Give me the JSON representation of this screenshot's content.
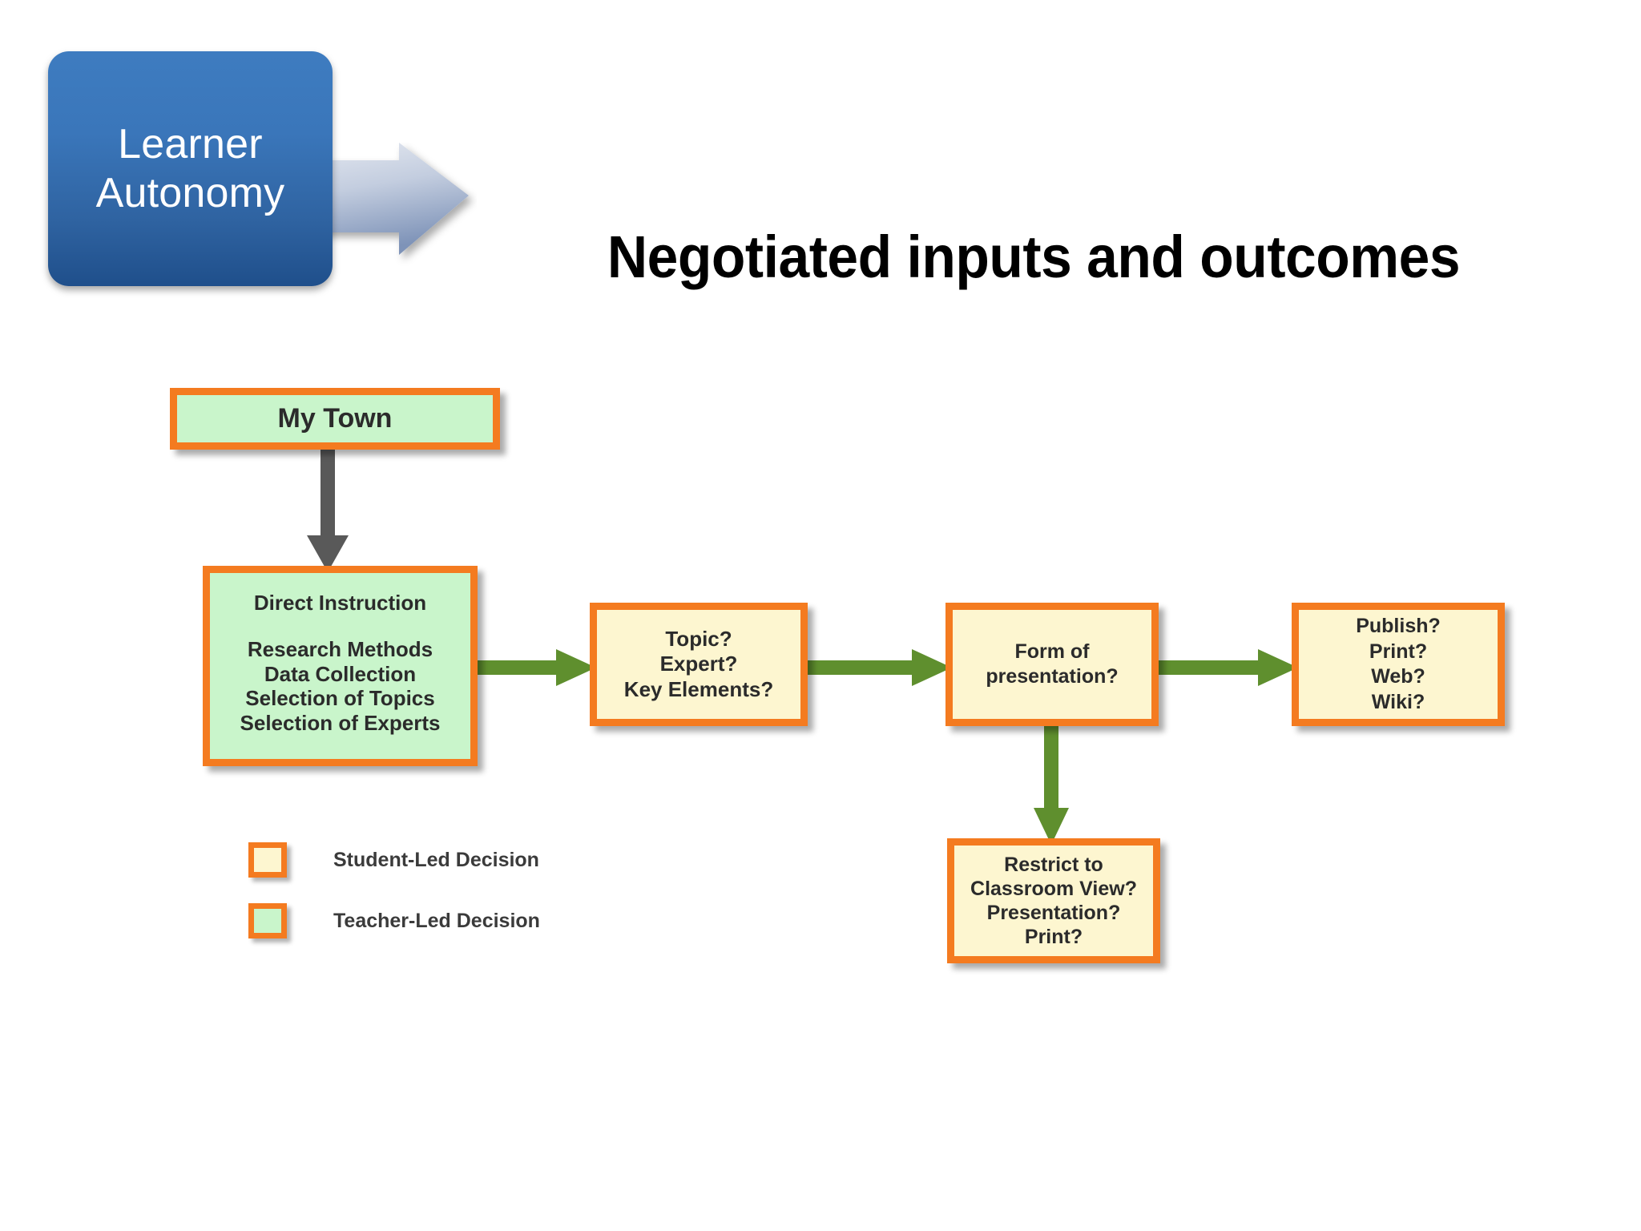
{
  "badge": {
    "label": "Learner\nAutonomy",
    "color": "#3a76ba"
  },
  "title": "Negotiated inputs and outcomes",
  "colors": {
    "box_border": "#f47b20",
    "teacher_fill": "#c9f5cb",
    "student_fill": "#fdf6d0",
    "green_arrow": "#5f8f2e",
    "gray_arrow": "#595959",
    "badge_blue": "#3a76ba"
  },
  "boxes": {
    "my_town": {
      "title": "My Town",
      "type": "teacher-led"
    },
    "direct_instruction": {
      "heading": "Direct Instruction",
      "items": [
        "Research Methods",
        "Data Collection",
        "Selection of Topics",
        "Selection of Experts"
      ],
      "type": "teacher-led"
    },
    "topic": {
      "lines": [
        "Topic?",
        "Expert?",
        "Key Elements?"
      ],
      "type": "student-led"
    },
    "form": {
      "lines": [
        "Form of",
        "presentation?"
      ],
      "type": "student-led"
    },
    "publish": {
      "lines": [
        "Publish?",
        "Print?",
        "Web?",
        "Wiki?"
      ],
      "type": "student-led"
    },
    "restrict": {
      "lines": [
        "Restrict to",
        "Classroom View?",
        "Presentation?",
        "Print?"
      ],
      "type": "student-led"
    }
  },
  "legend": {
    "items": [
      {
        "swatch": "student-led",
        "label": "Student-Led Decision"
      },
      {
        "swatch": "teacher-led",
        "label": "Teacher-Led Decision"
      }
    ]
  },
  "flow": {
    "edges": [
      {
        "from": "my_town",
        "to": "direct_instruction",
        "direction": "down",
        "color": "gray"
      },
      {
        "from": "direct_instruction",
        "to": "topic",
        "direction": "right",
        "color": "green"
      },
      {
        "from": "topic",
        "to": "form",
        "direction": "right",
        "color": "green"
      },
      {
        "from": "form",
        "to": "publish",
        "direction": "right",
        "color": "green"
      },
      {
        "from": "form",
        "to": "restrict",
        "direction": "down",
        "color": "green"
      }
    ]
  }
}
